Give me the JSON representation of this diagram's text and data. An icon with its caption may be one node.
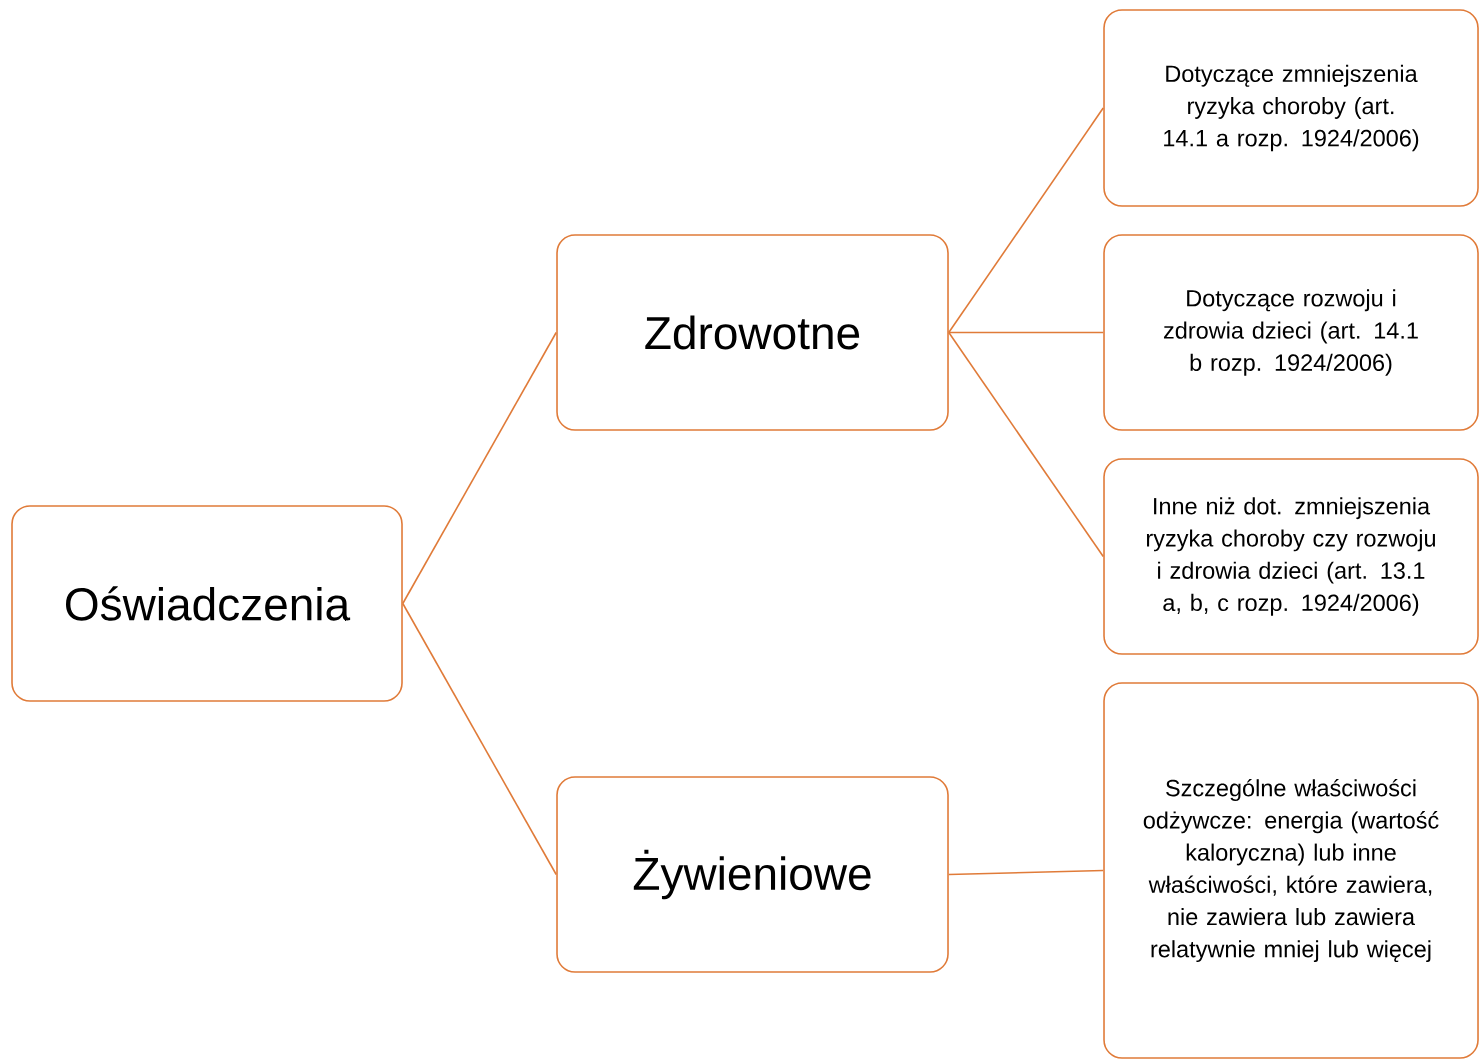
{
  "diagram": {
    "nodes": [
      {
        "text": [
          "Oświadczenia"
        ]
      },
      {
        "text": [
          "Zdrowotne"
        ]
      },
      {
        "text": [
          "Żywieniowe"
        ]
      },
      {
        "text": [
          "Dotyczące zmniejszenia ryzyka choroby (art. 14.1 a rozp. 1924/2006)"
        ]
      },
      {
        "text": [
          "Dotyczące rozwoju i zdrowia dzieci (art. 14.1 b rozp. 1924/2006)"
        ]
      },
      {
        "text": [
          "Inne niż dot. zmniejszenia ryzyka choroby czy rozwoju i zdrowia dzieci (art. 13.1 a, b, c rozp. 1924/2006)"
        ]
      },
      {
        "text": [
          "Szczególne właściwości odżywcze: energia (wartość kaloryczna) lub inne właściwości, które zawiera, nie zawiera lub zawiera relatywnie mniej lub więcej"
        ]
      }
    ],
    "edges": [
      {
        "from": 0,
        "to": 1,
        "arrow": "none"
      },
      {
        "from": 0,
        "to": 2,
        "arrow": "none"
      },
      {
        "from": 1,
        "to": 3,
        "arrow": "none"
      },
      {
        "from": 1,
        "to": 4,
        "arrow": "none"
      },
      {
        "from": 1,
        "to": 5,
        "arrow": "none"
      },
      {
        "from": 2,
        "to": 6,
        "arrow": "none"
      }
    ]
  }
}
